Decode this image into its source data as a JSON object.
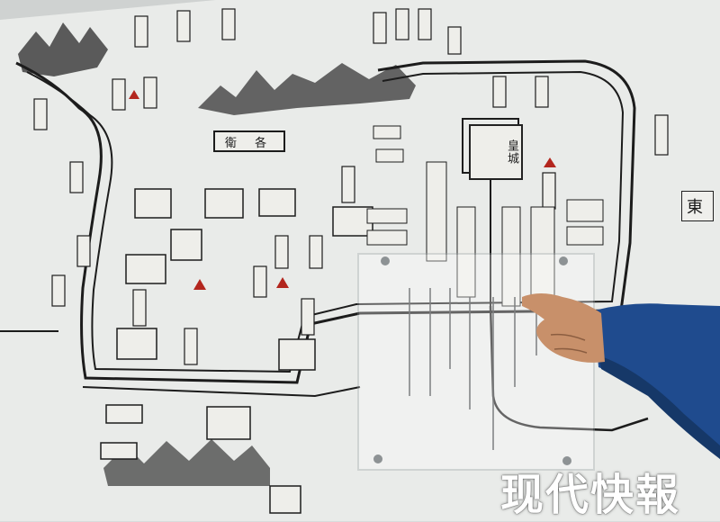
{
  "photo": {
    "map_labels": {
      "imperial_city": "皇城",
      "east_marker": "東",
      "guard_office": "衛 各"
    },
    "watermark": "现代快報"
  },
  "colors": {
    "board": "#e9ebe9",
    "wall": "#d4d6d5",
    "ink": "#1c1c1c",
    "marker": "#b3261e",
    "sleeve": "#1f4b8e",
    "skin": "#c8906a"
  },
  "icons": [
    "red-triangle-marker-icon",
    "pointing-hand"
  ]
}
